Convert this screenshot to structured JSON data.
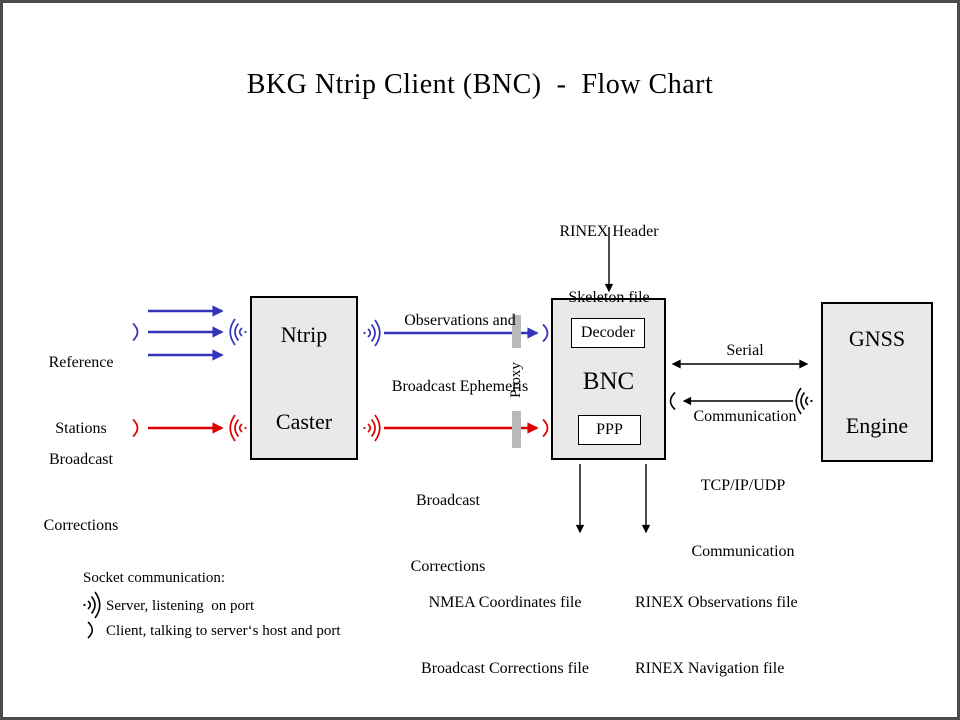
{
  "title": "BKG Ntrip Client (BNC)  -  Flow Chart",
  "colors": {
    "arrow_blue": "#3434bb",
    "arrow_red": "#dd0000",
    "arrow_black": "#000000",
    "node_fill": "#e9e9e9",
    "node_border": "#000000",
    "proxy_bar": "#b9b9b9",
    "frame_border": "#4a4a4a",
    "background": "#ffffff"
  },
  "nodes": {
    "ntrip_caster": {
      "lines": [
        "Ntrip",
        "Caster"
      ]
    },
    "bnc": {
      "label": "BNC",
      "decoder": "Decoder",
      "ppp": "PPP"
    },
    "gnss_engine": {
      "lines": [
        "GNSS",
        "Engine"
      ]
    }
  },
  "labels": {
    "reference_stations": {
      "lines": [
        "Reference",
        "Stations"
      ]
    },
    "broadcast_corrections_in": {
      "lines": [
        "Broadcast",
        "Corrections"
      ]
    },
    "observations": {
      "lines": [
        "Observations and",
        "Broadcast Ephemeris"
      ]
    },
    "broadcast_corrections_mid": {
      "lines": [
        "Broadcast",
        "Corrections"
      ]
    },
    "proxy": "Proxy",
    "rinex_header": {
      "lines": [
        "RINEX Header",
        "Skeleton file"
      ]
    },
    "serial": {
      "lines": [
        "Serial",
        "Communication"
      ]
    },
    "tcpip": {
      "lines": [
        "TCP/IP/UDP",
        "Communication"
      ]
    },
    "nmea_out": {
      "lines": [
        "NMEA Coordinates file",
        "Broadcast Corrections file"
      ]
    },
    "rinex_out": {
      "lines": [
        "RINEX Observations file",
        "RINEX Navigation file"
      ]
    }
  },
  "legend": {
    "title": "Socket communication:",
    "server": "Server, listening  on port",
    "client": "Client, talking to server‘s host and port"
  },
  "icons": {
    "server_socket": ")))",
    "client_socket": ")"
  }
}
